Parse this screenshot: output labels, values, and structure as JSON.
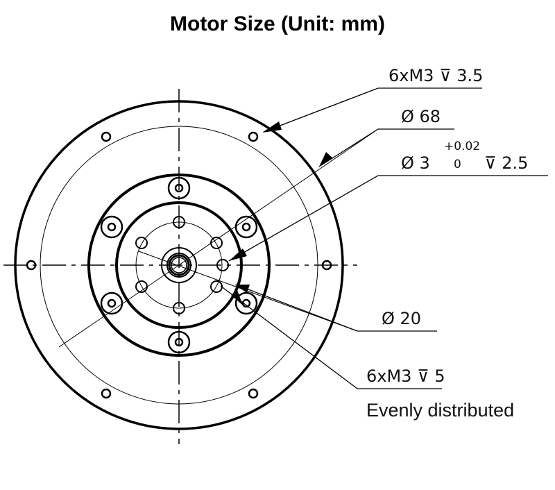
{
  "title": "Motor Size (Unit: mm)",
  "annotations": {
    "outer_holes": {
      "prefix": "6xM3",
      "depth": "3.5"
    },
    "diameter_68": {
      "symbol": "Ø",
      "value": "68"
    },
    "pin_hole": {
      "symbol": "Ø",
      "value": "3",
      "tol_upper": "+0.02",
      "tol_lower": "0",
      "depth": "2.5"
    },
    "diameter_20": {
      "symbol": "Ø",
      "value": "20"
    },
    "inner_holes": {
      "prefix": "6xM3",
      "depth": "5",
      "note": "Evenly distributed"
    }
  }
}
